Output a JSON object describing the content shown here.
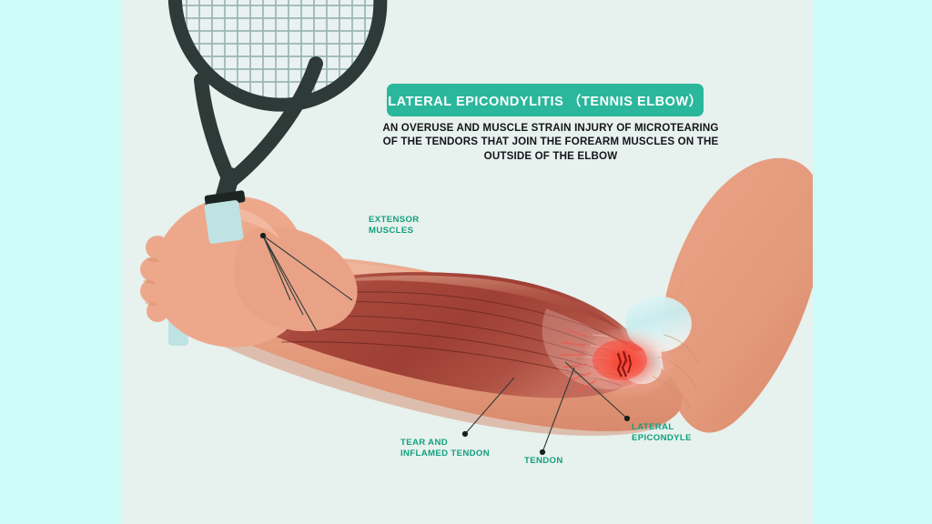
{
  "colors": {
    "outer_background": "#cdfbf7",
    "panel_background": "#e7f1ee",
    "banner": "#2ab79b",
    "banner_text": "#ffffff",
    "subtitle_text": "#15161a",
    "label_text": "#12a07e",
    "skin": "#e8a183",
    "skin_shadow": "#d98b6d",
    "muscle": "#a6453c",
    "muscle_light": "#c06a5a",
    "inflammation": "#f5392f",
    "bone": "#cdeef0",
    "racket_frame": "#2e3a38",
    "racket_grip": "#bfe3e2",
    "leader_line": "#2f3b39"
  },
  "header": {
    "banner_title": "LATERAL EPICONDYLITIS （TENNIS ELBOW）",
    "subtitle_lines": [
      "AN OVERUSE AND MUSCLE STRAIN INJURY OF MICROTEARING",
      "OF THE TENDORS THAT JOIN THE FOREARM MUSCLES ON THE",
      "OUTSIDE OF THE ELBOW"
    ]
  },
  "callouts": [
    {
      "id": "extensor",
      "lines": [
        "EXTENSOR",
        "MUSCLES"
      ]
    },
    {
      "id": "tear",
      "lines": [
        "TEAR AND",
        "INFLAMED TENDON"
      ]
    },
    {
      "id": "tendon",
      "lines": [
        "TENDON"
      ]
    },
    {
      "id": "lateral",
      "lines": [
        "LATERAL",
        "EPICONDYLE"
      ]
    }
  ],
  "illustration": {
    "objects": [
      "tennis-racket",
      "gripping-fist",
      "forearm",
      "extensor-muscle-group",
      "tendon-fibers",
      "elbow-joint-bone",
      "inflammation-glow",
      "tendon-tear",
      "upper-arm"
    ]
  }
}
